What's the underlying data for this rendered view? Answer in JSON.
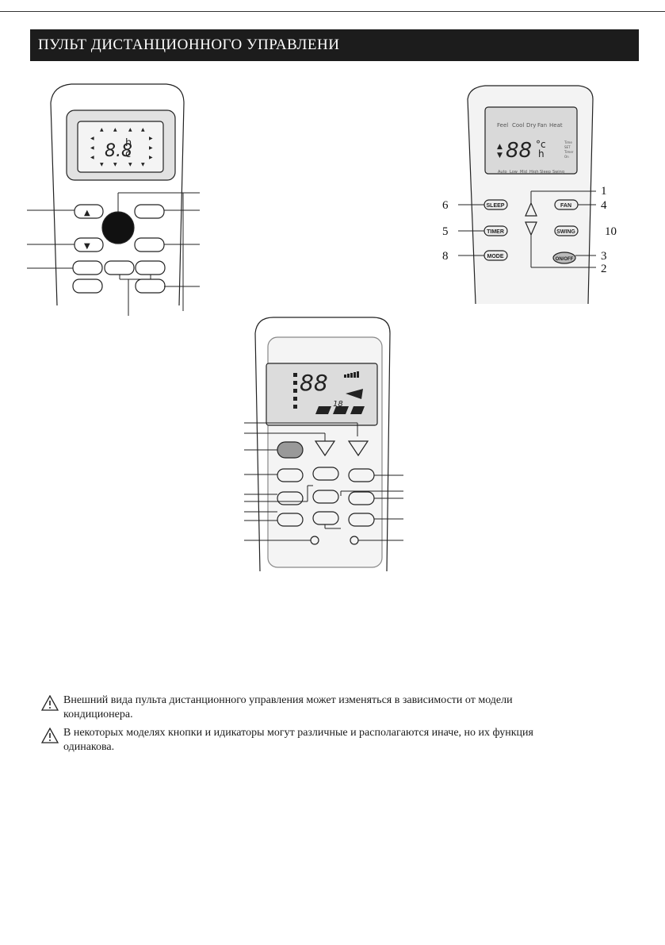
{
  "header": {
    "title": "ПУЛЬТ ДИСТАНЦИОННОГО УПРАВЛЕНИ"
  },
  "remote_a": {
    "display_h": "h",
    "display_c": "c"
  },
  "remote_b": {
    "indicators": [
      "Feel",
      "Cool",
      "Dry",
      "Fan",
      "Heat"
    ],
    "bottom_indicators": [
      "Auto",
      "Low",
      "Mid",
      "High",
      "Sleep",
      "Swing"
    ],
    "side_indicators": [
      "Time",
      "SET",
      "Timer",
      "On"
    ],
    "buttons": {
      "sleep": "SLEEP",
      "timer": "TIMER",
      "mode": "MODE",
      "fan": "FAN",
      "swing": "SWING",
      "onoff": "ON/OFF"
    },
    "callouts": {
      "n1": "1",
      "n2": "2",
      "n3": "3",
      "n4": "4",
      "n5": "5",
      "n6": "6",
      "n8": "8",
      "n10": "10"
    }
  },
  "notes": [
    {
      "line1": "Внешний вида пульта дистанционного управления может изменяться в зависимости от модели",
      "line2": "кондиционера."
    },
    {
      "line1": "В некоторых моделях кнопки и идикаторы  могут различные и располагаются иначе, но их функция",
      "line2": "одинакова."
    }
  ]
}
